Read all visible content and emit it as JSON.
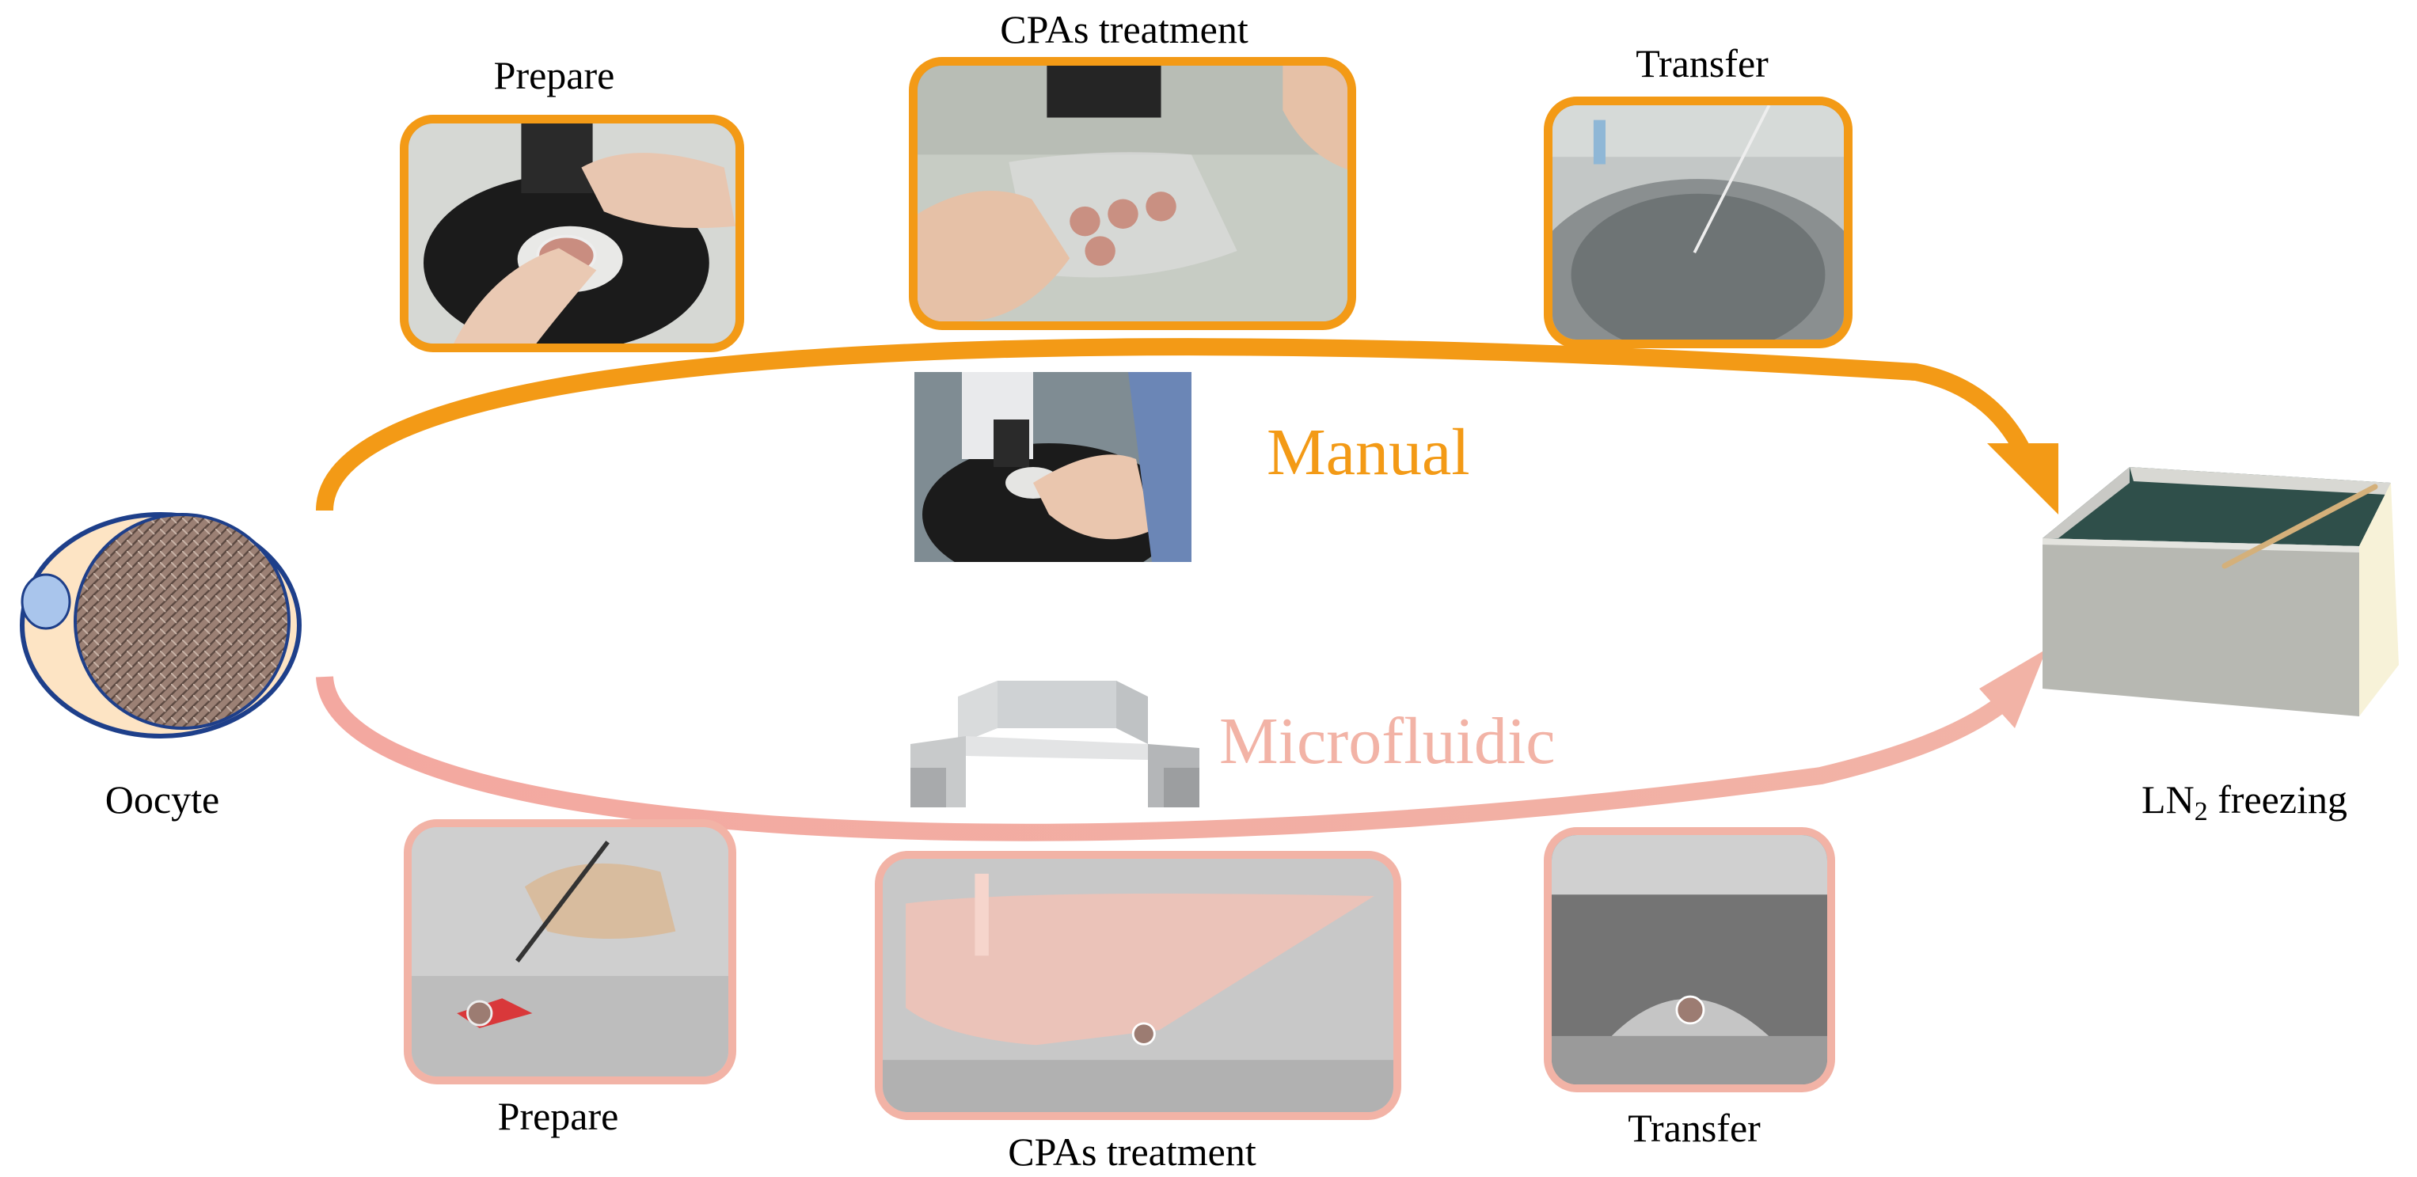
{
  "colors": {
    "manual": "#f39a16",
    "microfluidic": "#f2b3a6",
    "oocyte_outline": "#1e3f8a",
    "oocyte_fill": "#fde4c4",
    "nucleus": "#a9c5ec",
    "cytoplasm": "#8f7468"
  },
  "manual": {
    "label": "Manual",
    "steps": [
      {
        "label": "Prepare",
        "image": "microscope-dish-photo"
      },
      {
        "label": "CPAs treatment",
        "image": "pipette-plate-photo"
      },
      {
        "label": "Transfer",
        "image": "ln2-container-photo"
      }
    ],
    "center_image": "manual-workstation-photo"
  },
  "microfluidic": {
    "label": "Microfluidic",
    "steps": [
      {
        "label": "Prepare",
        "image": "chip-loading-render"
      },
      {
        "label": "CPAs treatment",
        "image": "chip-treatment-render"
      },
      {
        "label": "Transfer",
        "image": "droplet-transfer-render"
      }
    ],
    "center_image": "microfluidic-chip-render"
  },
  "start": {
    "label": "Oocyte",
    "image": "oocyte-icon"
  },
  "end": {
    "label_main": "LN",
    "label_sub": "2",
    "label_rest": " freezing",
    "image": "ln2-tank-icon"
  }
}
